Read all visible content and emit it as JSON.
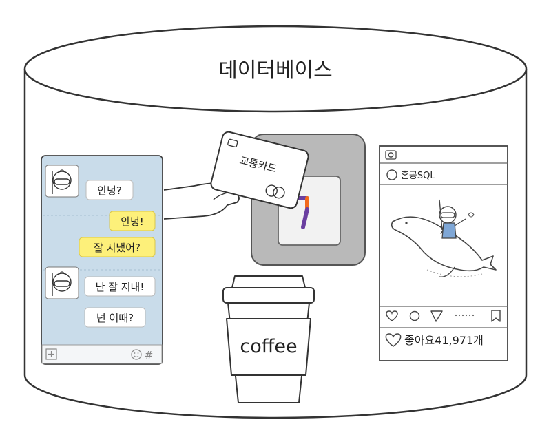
{
  "title": "데이터베이스",
  "chat": {
    "messages": [
      {
        "from": "other",
        "text": "안녕?"
      },
      {
        "from": "me",
        "text": "안녕!"
      },
      {
        "from": "me",
        "text": "잘 지냈어?"
      },
      {
        "from": "other",
        "text": "난 잘 지내!"
      },
      {
        "from": "other",
        "text": "넌 어때?"
      }
    ],
    "input_symbol": "#"
  },
  "card": {
    "label": "교통카드"
  },
  "coffee": {
    "label": "coffee"
  },
  "social": {
    "account": "혼공SQL",
    "likes": "좋아요41,971개"
  },
  "colors": {
    "chat_bg": "#c9dcea",
    "bubble_me": "#fdf07a",
    "bubble_other": "#ffffff",
    "terminal_outer": "#b9b9b9",
    "terminal_inner": "#f2f2f2",
    "logo_purple": "#6a3fa0",
    "logo_orange": "#f26a1b",
    "line": "#333333"
  }
}
